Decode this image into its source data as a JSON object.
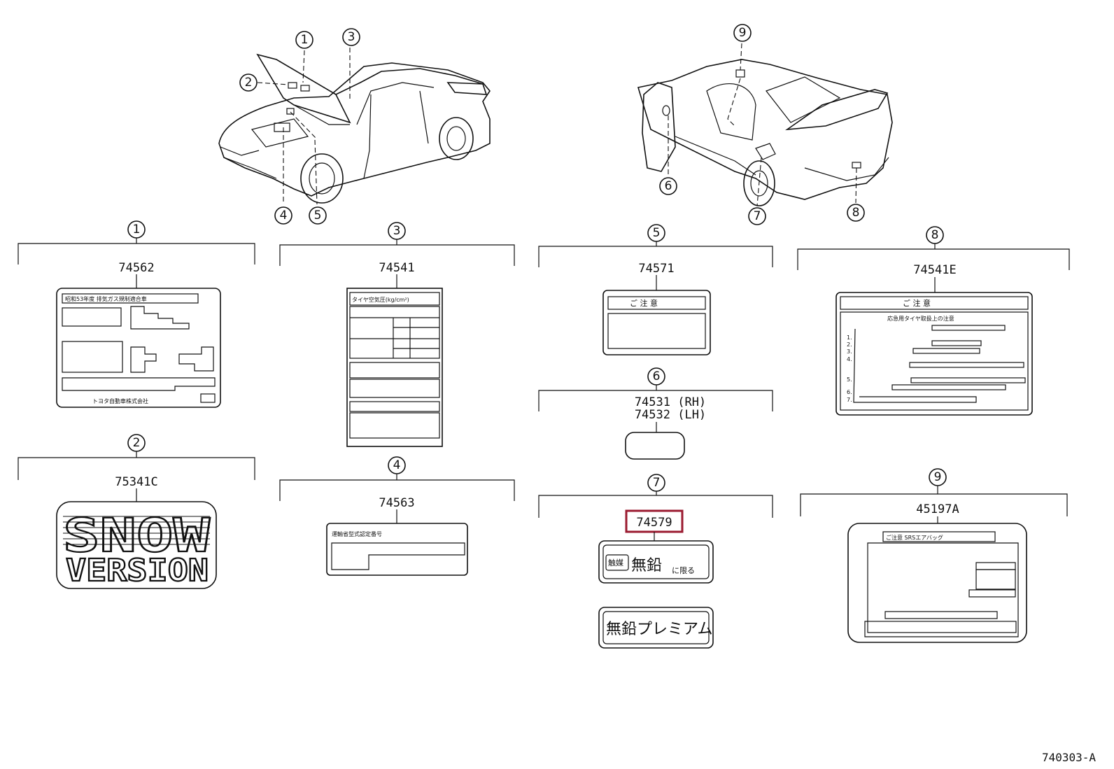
{
  "diagram_id": "740303-A",
  "highlight_color": "#9b1b30",
  "callouts": {
    "c1": "①",
    "c2": "②",
    "c3": "③",
    "c4": "④",
    "c5": "⑤",
    "c6": "⑥",
    "c7": "⑦",
    "c8": "⑧",
    "c9": "⑨"
  },
  "parts": {
    "p1": "74562",
    "p2": "75341C",
    "p3": "74541",
    "p4": "74563",
    "p5": "74571",
    "p6_rh": "74531 (RH)",
    "p6_lh": "74532 (LH)",
    "p7": "74579",
    "p8": "74541E",
    "p9": "45197A"
  },
  "labels": {
    "l1_header": "昭和53年度 排気ガス規制適合車",
    "l1_footer": "トヨタ自動車株式会社",
    "l2_line1": "SNOW",
    "l2_line2": "VERSION",
    "l3_header": "タイヤ空気圧(kg/cm²)",
    "l4_header": "運輸省型式認定番号",
    "l5_header": "ご 注 意",
    "l7_tag": "触媒",
    "l7_text_a": "無鉛",
    "l7_text_b": "に限る",
    "l7b_text": "無鉛プレミアム",
    "l8_header": "ご 注 意",
    "l8_sub": "応急用タイヤ取扱上の注意",
    "l8_items": [
      "1.",
      "2.",
      "3.",
      "4.",
      "5.",
      "6.",
      "7."
    ],
    "l9_header": "ご注意 SRSエアバッグ"
  }
}
